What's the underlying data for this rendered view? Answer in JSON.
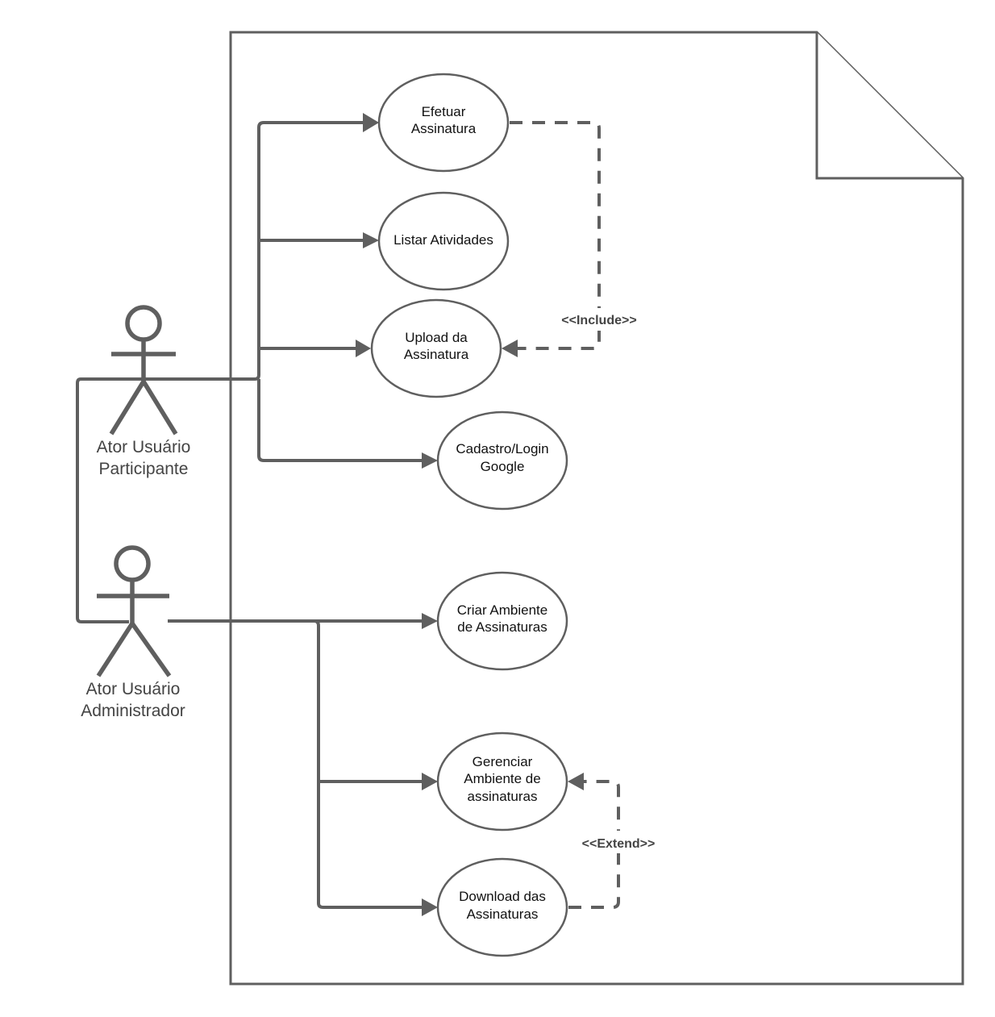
{
  "use_cases": {
    "efetuar": [
      "Efetuar",
      "Assinatura"
    ],
    "listar": [
      "Listar Atividades"
    ],
    "upload": [
      "Upload da",
      "Assinatura"
    ],
    "cadastro": [
      "Cadastro/Login",
      "Google"
    ],
    "criar": [
      "Criar Ambiente",
      "de Assinaturas"
    ],
    "gerenciar": [
      "Gerenciar",
      "Ambiente de",
      "assinaturas"
    ],
    "download": [
      "Download das",
      "Assinaturas"
    ]
  },
  "actors": {
    "participante": [
      "Ator  Usuário",
      "Participante"
    ],
    "administrador": [
      "Ator  Usuário",
      "Administrador"
    ]
  },
  "relations": {
    "include": "<<Include>>",
    "extend": "<<Extend>>"
  },
  "colors": {
    "stroke": "#5f5f5f",
    "text": "#111111",
    "actor_text": "#444444"
  }
}
